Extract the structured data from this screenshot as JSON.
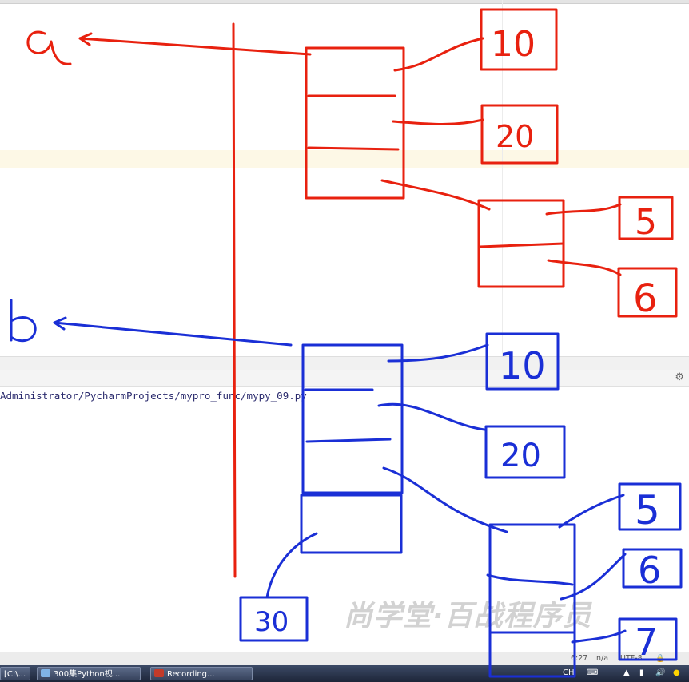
{
  "console": {
    "path": "Administrator/PycharmProjects/mypro_func/mypy_09.py"
  },
  "statusbar": {
    "position": "6:27",
    "na": "n/a",
    "encoding": "UTF-8"
  },
  "taskbar": {
    "item1": "[C:\\...",
    "item2": "300集Python视...",
    "item3": "Recording..."
  },
  "watermark": "尚学堂·百战程序员",
  "annotations": {
    "red": {
      "var_label": "a",
      "values": [
        "10",
        "20",
        "5",
        "6"
      ],
      "color": "#e8210f"
    },
    "blue": {
      "var_label": "b",
      "values": [
        "10",
        "20",
        "5",
        "6",
        "7",
        "30"
      ],
      "color": "#1a2fd6"
    }
  }
}
